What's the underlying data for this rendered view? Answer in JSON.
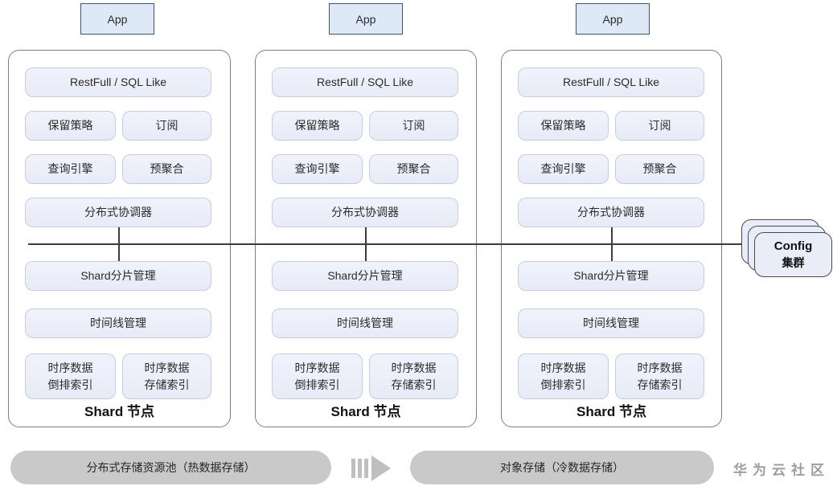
{
  "apps": [
    {
      "label": "App"
    },
    {
      "label": "App"
    },
    {
      "label": "App"
    }
  ],
  "shard_nodes": [
    {
      "api": "RestFull / SQL Like",
      "retention_policy": "保留策略",
      "subscription": "订阅",
      "query_engine": "查询引擎",
      "pre_aggregation": "预聚合",
      "coordinator": "分布式协调器",
      "shard_management": "Shard分片管理",
      "timeline_management": "时间线管理",
      "inverted_index": "时序数据\n倒排索引",
      "storage_index": "时序数据\n存储索引",
      "label": "Shard 节点"
    },
    {
      "api": "RestFull / SQL Like",
      "retention_policy": "保留策略",
      "subscription": "订阅",
      "query_engine": "查询引擎",
      "pre_aggregation": "预聚合",
      "coordinator": "分布式协调器",
      "shard_management": "Shard分片管理",
      "timeline_management": "时间线管理",
      "inverted_index": "时序数据\n倒排索引",
      "storage_index": "时序数据\n存储索引",
      "label": "Shard 节点"
    },
    {
      "api": "RestFull / SQL Like",
      "retention_policy": "保留策略",
      "subscription": "订阅",
      "query_engine": "查询引擎",
      "pre_aggregation": "预聚合",
      "coordinator": "分布式协调器",
      "shard_management": "Shard分片管理",
      "timeline_management": "时间线管理",
      "inverted_index": "时序数据\n倒排索引",
      "storage_index": "时序数据\n存储索引",
      "label": "Shard 节点"
    }
  ],
  "config_cluster": {
    "name": "Config",
    "subtitle": "集群"
  },
  "storage_flow": {
    "hot_pool": "分布式存储资源池（热数据存储）",
    "cold_store": "对象存储（冷数据存储）",
    "arrow_icon": "flow-right-arrow"
  },
  "watermark": "华为云社区",
  "colors": {
    "app_box_fill": "#dde9f6",
    "app_box_border": "#41536b",
    "chip_fill": "#e9edf8",
    "chip_border": "#c7cdda",
    "node_border": "#7f7f7f",
    "connector_line": "#3c3c3c",
    "config_fill": "#e9edf8",
    "config_border": "#4a4a4a",
    "storage_bar_fill": "#c9c9c9",
    "arrow_gray": "#bfbfbf",
    "watermark_gray": "#9e9e9e"
  }
}
